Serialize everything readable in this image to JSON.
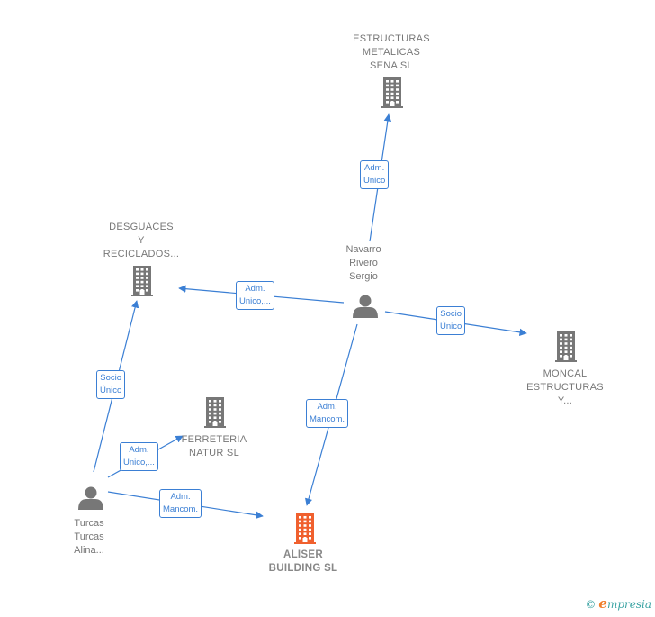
{
  "colors": {
    "edge": "#3b7fd4",
    "company_icon": "#777777",
    "focus_icon": "#f0602e",
    "person_icon": "#777777"
  },
  "nodes": {
    "estructuras": {
      "lines": [
        "ESTRUCTURAS",
        "METALICAS",
        "SENA SL"
      ],
      "kind": "company",
      "icon": "building-icon"
    },
    "desguaces": {
      "lines": [
        "DESGUACES",
        "Y",
        "RECICLADOS..."
      ],
      "kind": "company",
      "icon": "building-icon"
    },
    "navarro": {
      "lines": [
        "Navarro",
        "Rivero",
        "Sergio"
      ],
      "kind": "person",
      "icon": "person-icon"
    },
    "moncal": {
      "lines": [
        "MONCAL",
        "ESTRUCTURAS",
        "Y..."
      ],
      "kind": "company",
      "icon": "building-icon"
    },
    "ferreteria": {
      "lines": [
        "FERRETERIA",
        "NATUR SL"
      ],
      "kind": "company",
      "icon": "building-icon"
    },
    "turcas": {
      "lines": [
        "Turcas",
        "Turcas",
        "Alina..."
      ],
      "kind": "person",
      "icon": "person-icon"
    },
    "aliser": {
      "lines": [
        "ALISER",
        "BUILDING SL"
      ],
      "kind": "focus",
      "icon": "building-icon"
    }
  },
  "edges": [
    {
      "from": "navarro",
      "to": "estructuras",
      "label": [
        "Adm.",
        "Unico"
      ]
    },
    {
      "from": "navarro",
      "to": "desguaces",
      "label": [
        "Adm.",
        "Unico,..."
      ]
    },
    {
      "from": "navarro",
      "to": "moncal",
      "label": [
        "Socio",
        "Único"
      ]
    },
    {
      "from": "navarro",
      "to": "aliser",
      "label": [
        "Adm.",
        "Mancom."
      ]
    },
    {
      "from": "turcas",
      "to": "desguaces",
      "label": [
        "Socio",
        "Único"
      ]
    },
    {
      "from": "turcas",
      "to": "ferreteria",
      "label": [
        "Adm.",
        "Unico,..."
      ]
    },
    {
      "from": "turcas",
      "to": "aliser",
      "label": [
        "Adm.",
        "Mancom."
      ]
    }
  ],
  "footer": {
    "copyright": "©",
    "brand_initial": "e",
    "brand_rest": "mpresia"
  }
}
